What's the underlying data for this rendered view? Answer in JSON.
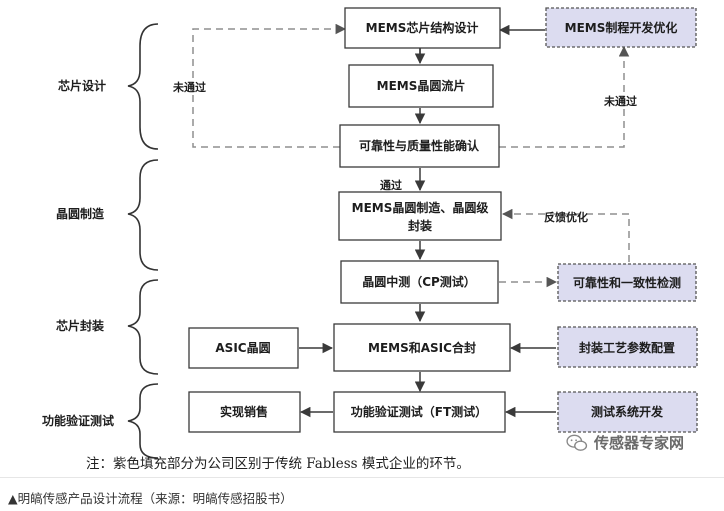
{
  "boxes": {
    "mems_structure_design": "MEMS芯片结构设计",
    "mems_process_dev": "MEMS制程开发优化",
    "mems_wafer_tapeout": "MEMS晶圆流片",
    "reliability_confirm": "可靠性与质量性能确认",
    "wafer_mfg_line1": "MEMS晶圆制造、晶圆级",
    "wafer_mfg_line2": "封装",
    "wafer_cp_test": "晶圆中测（CP测试）",
    "reliability_consistency": "可靠性和一致性检测",
    "asic_wafer": "ASIC晶圆",
    "mems_asic_package": "MEMS和ASIC合封",
    "package_params": "封装工艺参数配置",
    "sales": "实现销售",
    "ft_test": "功能验证测试（FT测试）",
    "test_system_dev": "测试系统开发"
  },
  "stages": {
    "chip_design": "芯片设计",
    "wafer_mfg": "晶圆制造",
    "chip_package": "芯片封装",
    "function_test": "功能验证测试"
  },
  "edges": {
    "fail_left": "未通过",
    "fail_right": "未通过",
    "pass": "通过",
    "feedback": "反馈优化"
  },
  "note": "注：紫色填充部分为公司区别于传统 Fabless 模式企业的环节。",
  "caption": "▲明皜传感产品设计流程（来源：明皜传感招股书）",
  "watermark": "传感器专家网",
  "colors": {
    "purple_fill": "#dcdcf0",
    "dashed": "#8f8f8f",
    "arrow": "#3a3a3a"
  }
}
